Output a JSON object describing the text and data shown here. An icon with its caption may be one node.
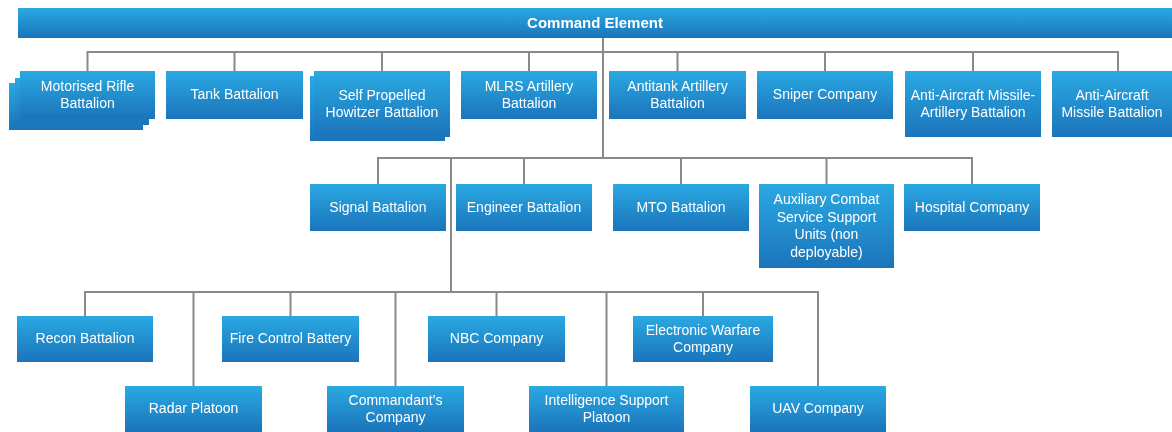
{
  "diagram": {
    "nodes": [
      {
        "text": [
          "Command Element"
        ]
      },
      {
        "text": [
          "Motorised Rifle Battalion"
        ]
      },
      {
        "text": [
          "Tank Battalion"
        ]
      },
      {
        "text": [
          "Self Propelled Howitzer Battalion"
        ]
      },
      {
        "text": [
          "MLRS Artillery Battalion"
        ]
      },
      {
        "text": [
          "Antitank Artillery Battalion"
        ]
      },
      {
        "text": [
          "Sniper Company"
        ]
      },
      {
        "text": [
          "Anti-Aircraft Missile-Artillery Battalion"
        ]
      },
      {
        "text": [
          "Anti-Aircraft Missile Battalion"
        ]
      },
      {
        "text": [
          "Signal Battalion"
        ]
      },
      {
        "text": [
          "Engineer Battalion"
        ]
      },
      {
        "text": [
          "MTO Battalion"
        ]
      },
      {
        "text": [
          "Auxiliary Combat Service Support Units (non deployable)"
        ]
      },
      {
        "text": [
          "Hospital Company"
        ]
      },
      {
        "text": [
          "Recon Battalion"
        ]
      },
      {
        "text": [
          "Radar Platoon"
        ]
      },
      {
        "text": [
          "Fire Control Battery"
        ]
      },
      {
        "text": [
          "Commandant’s Company"
        ]
      },
      {
        "text": [
          "NBC Company"
        ]
      },
      {
        "text": [
          "Intelligence Support Platoon"
        ]
      },
      {
        "text": [
          "Electronic Warfare Company"
        ]
      },
      {
        "text": [
          "UAV Company"
        ]
      }
    ],
    "edges": [
      {
        "from": 0,
        "to": 1,
        "arrow": "none"
      },
      {
        "from": 0,
        "to": 2,
        "arrow": "none"
      },
      {
        "from": 0,
        "to": 3,
        "arrow": "none"
      },
      {
        "from": 0,
        "to": 4,
        "arrow": "none"
      },
      {
        "from": 0,
        "to": 5,
        "arrow": "none"
      },
      {
        "from": 0,
        "to": 6,
        "arrow": "none"
      },
      {
        "from": 0,
        "to": 7,
        "arrow": "none"
      },
      {
        "from": 0,
        "to": 8,
        "arrow": "none"
      },
      {
        "from": 0,
        "to": 9,
        "arrow": "none"
      },
      {
        "from": 0,
        "to": 10,
        "arrow": "none"
      },
      {
        "from": 0,
        "to": 11,
        "arrow": "none"
      },
      {
        "from": 0,
        "to": 12,
        "arrow": "none"
      },
      {
        "from": 0,
        "to": 13,
        "arrow": "none"
      },
      {
        "from": 0,
        "to": 14,
        "arrow": "none"
      },
      {
        "from": 0,
        "to": 15,
        "arrow": "none"
      },
      {
        "from": 0,
        "to": 16,
        "arrow": "none"
      },
      {
        "from": 0,
        "to": 17,
        "arrow": "none"
      },
      {
        "from": 0,
        "to": 18,
        "arrow": "none"
      },
      {
        "from": 0,
        "to": 19,
        "arrow": "none"
      },
      {
        "from": 0,
        "to": 20,
        "arrow": "none"
      },
      {
        "from": 0,
        "to": 21,
        "arrow": "none"
      }
    ]
  }
}
